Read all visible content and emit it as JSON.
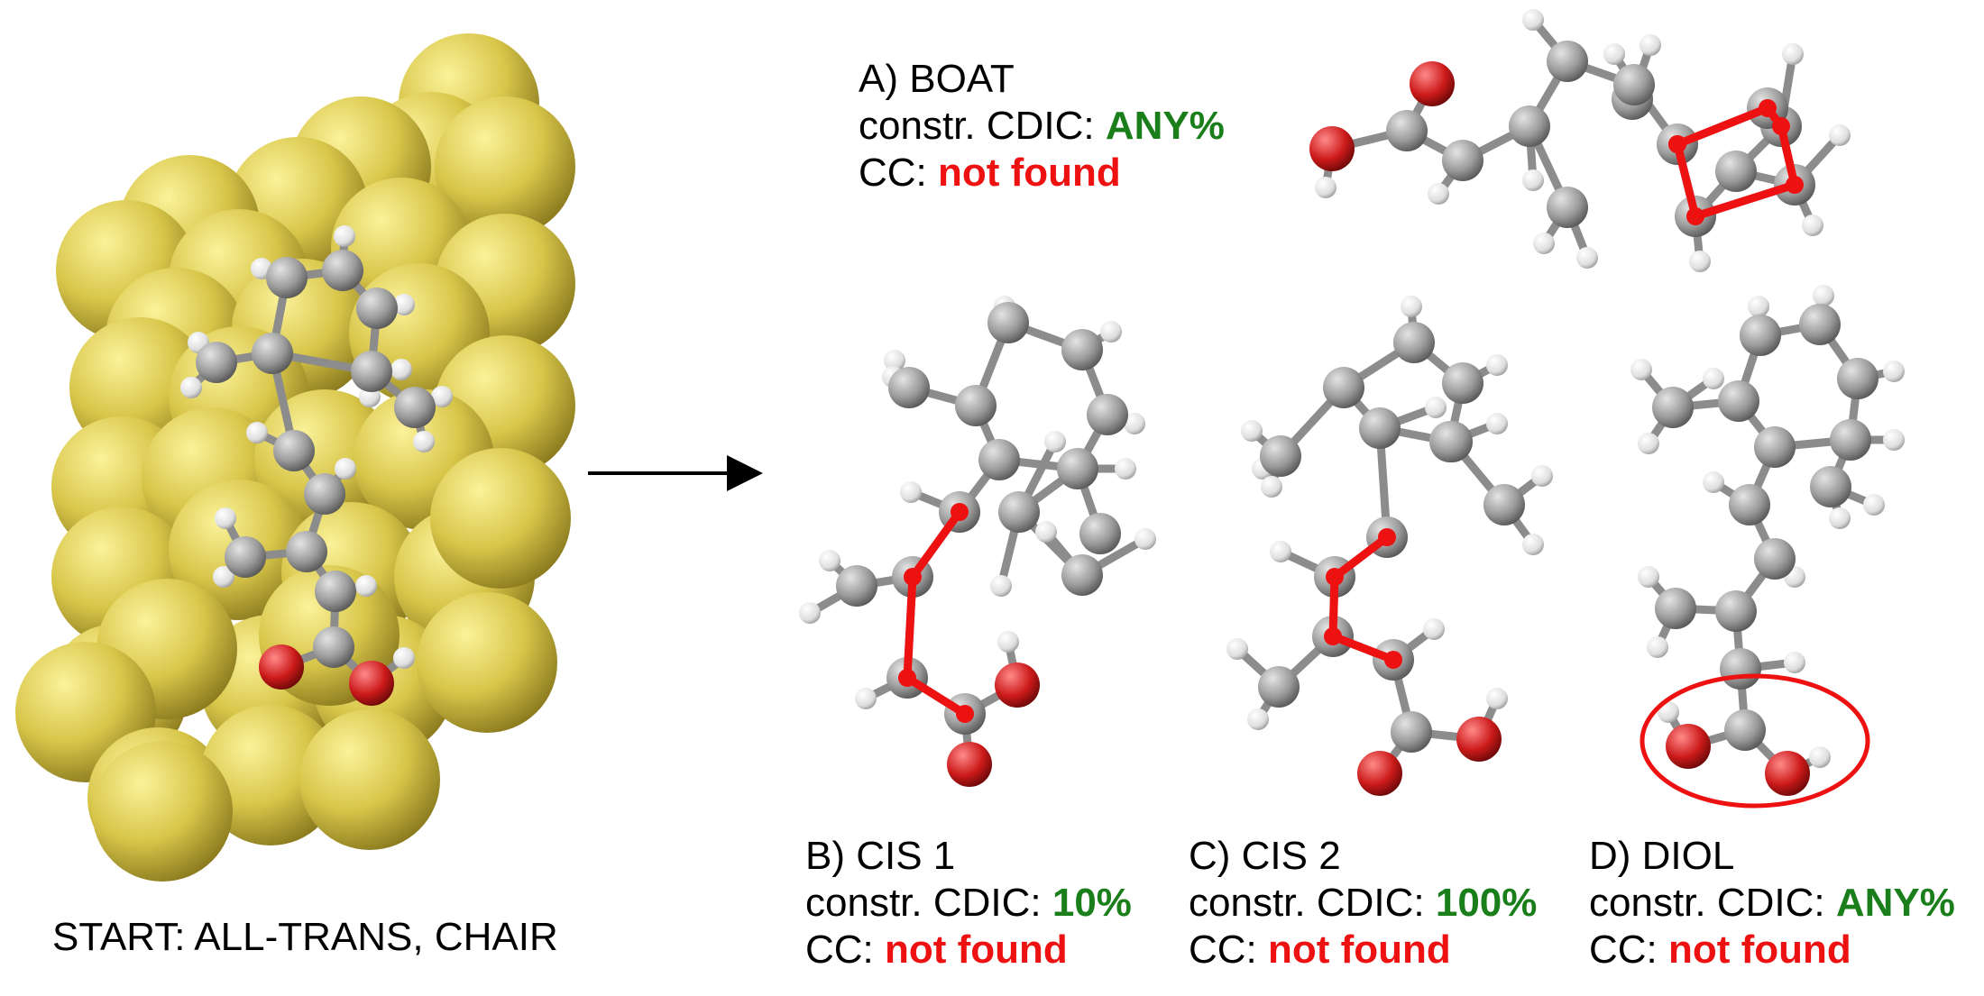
{
  "start_label": "START: ALL-TRANS, CHAIR",
  "panels": {
    "a": {
      "title": "A) BOAT",
      "cdic_prefix": "constr. CDIC: ",
      "cdic_value": "ANY%",
      "cc_prefix": "CC: ",
      "cc_value": "not found"
    },
    "b": {
      "title": "B) CIS 1",
      "cdic_prefix": "constr. CDIC: ",
      "cdic_value": "10%",
      "cc_prefix": "CC: ",
      "cc_value": "not found"
    },
    "c": {
      "title": "C) CIS 2",
      "cdic_prefix": "constr. CDIC: ",
      "cdic_value": "100%",
      "cc_prefix": "CC: ",
      "cc_value": "not found"
    },
    "d": {
      "title": "D) DIOL",
      "cdic_prefix": "constr. CDIC: ",
      "cdic_value": "ANY%",
      "cc_prefix": "CC: ",
      "cc_value": "not found"
    }
  },
  "colors": {
    "gold": "#d8c64a",
    "carbon": "#9a9a9a",
    "oxygen": "#cc1a1a",
    "hydrogen": "#e6e6e6",
    "highlight": "#ee1111",
    "value_green": "#1a7f1a"
  }
}
